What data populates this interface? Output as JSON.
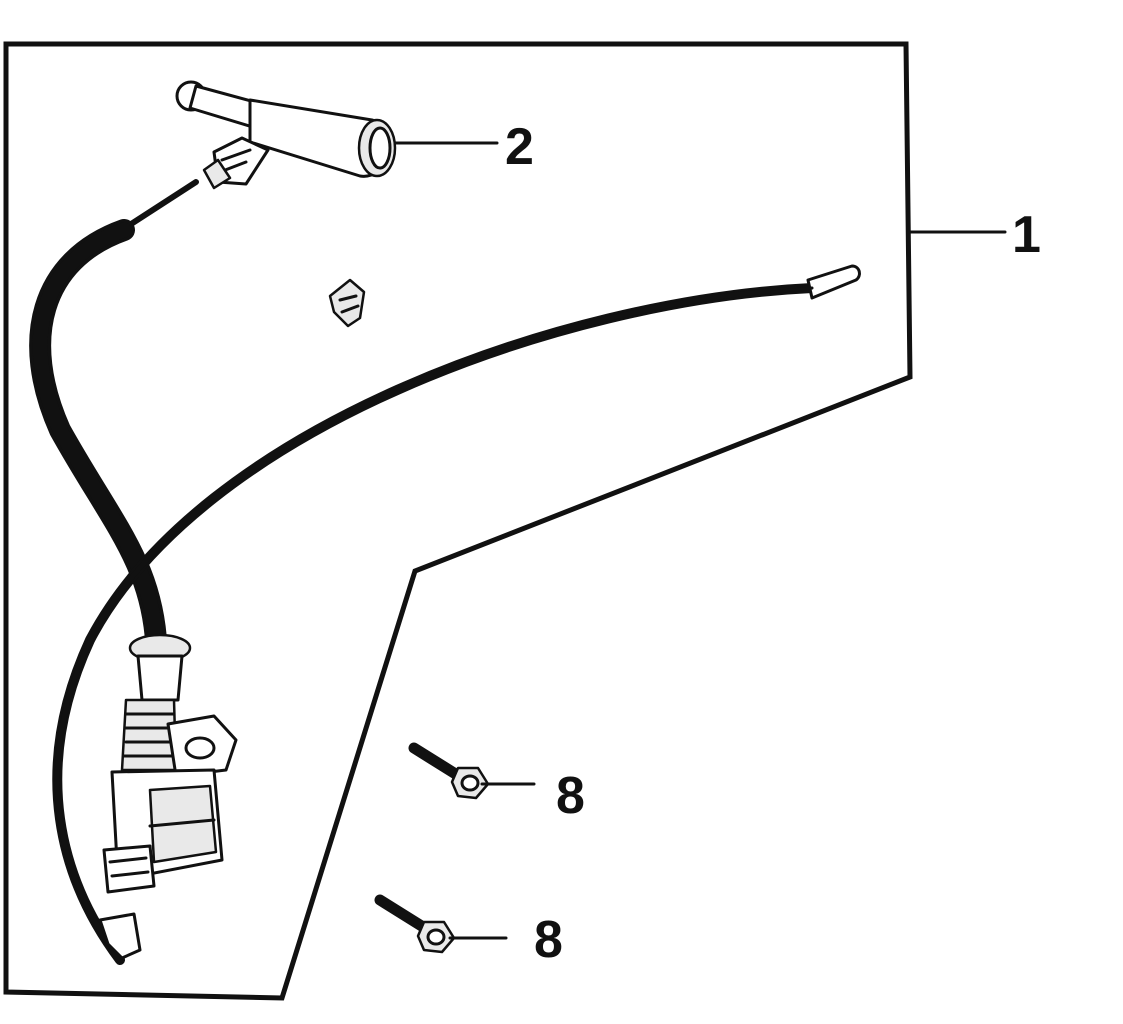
{
  "diagram": {
    "callouts": [
      {
        "id": "ignition-coil-assembly",
        "label": "1"
      },
      {
        "id": "spark-plug-cap",
        "label": "2"
      },
      {
        "id": "bolt-upper",
        "label": "8"
      },
      {
        "id": "bolt-lower",
        "label": "8"
      }
    ]
  }
}
